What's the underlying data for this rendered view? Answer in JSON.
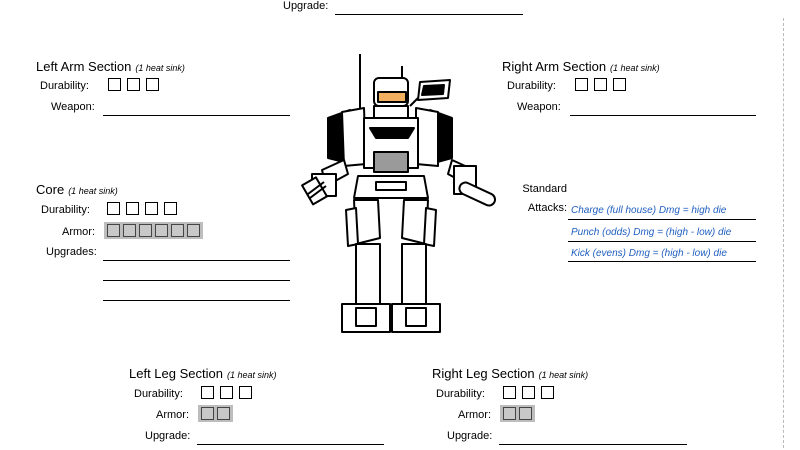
{
  "top": {
    "upgrade_label": "Upgrade:"
  },
  "left_arm": {
    "title": "Left Arm Section",
    "sink": "(1 heat sink)",
    "durability_label": "Durability:",
    "weapon_label": "Weapon:",
    "durability_boxes": 3
  },
  "right_arm": {
    "title": "Right Arm Section",
    "sink": "(1 heat sink)",
    "durability_label": "Durability:",
    "weapon_label": "Weapon:",
    "durability_boxes": 3
  },
  "core": {
    "title": "Core",
    "sink": "(1 heat sink)",
    "durability_label": "Durability:",
    "armor_label": "Armor:",
    "upgrades_label": "Upgrades:",
    "durability_boxes": 4,
    "armor_boxes": 6
  },
  "attacks": {
    "heading_line1": "Standard",
    "heading_line2": "Attacks:",
    "items": [
      "Charge (full house) Dmg = high die",
      "Punch (odds) Dmg = (high - low) die",
      "Kick (evens) Dmg = (high - low) die"
    ],
    "color": "#1f5fbf"
  },
  "left_leg": {
    "title": "Left Leg Section",
    "sink": "(1 heat sink)",
    "durability_label": "Durability:",
    "armor_label": "Armor:",
    "upgrade_label": "Upgrade:",
    "durability_boxes": 3,
    "armor_boxes": 2
  },
  "right_leg": {
    "title": "Right Leg Section",
    "sink": "(1 heat sink)",
    "durability_label": "Durability:",
    "armor_label": "Armor:",
    "upgrade_label": "Upgrade:",
    "durability_boxes": 3,
    "armor_boxes": 2
  },
  "robot": {
    "icon": "mech-robot-icon"
  }
}
